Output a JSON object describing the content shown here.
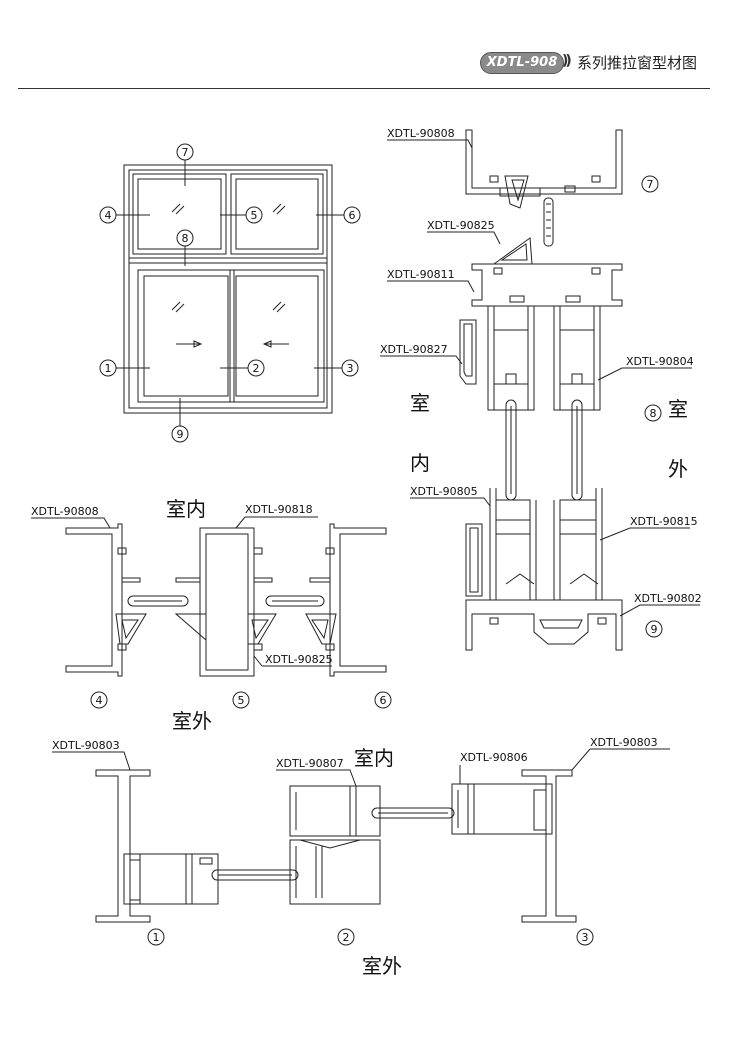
{
  "header": {
    "series_code": "XDTL-908",
    "arrows": "))",
    "title": "系列推拉窗型材图"
  },
  "window": {
    "markers": [
      "1",
      "2",
      "3",
      "4",
      "5",
      "6",
      "7",
      "8",
      "9"
    ]
  },
  "right_section": {
    "labels": [
      "XDTL-90808",
      "XDTL-90825",
      "XDTL-90811",
      "XDTL-90827",
      "XDTL-90804",
      "XDTL-90805",
      "XDTL-90815",
      "XDTL-90802"
    ],
    "markers": [
      "7",
      "8",
      "9"
    ],
    "indoor_chars": [
      "室",
      "内"
    ],
    "outdoor_chars": [
      "室",
      "外"
    ]
  },
  "middle_section": {
    "labels": [
      "XDTL-90808",
      "XDTL-90818",
      "XDTL-90825"
    ],
    "indoor": "室内",
    "outdoor": "室外",
    "markers": [
      "4",
      "5",
      "6"
    ]
  },
  "bottom_section": {
    "labels": [
      "XDTL-90803",
      "XDTL-90807",
      "XDTL-90806",
      "XDTL-90803"
    ],
    "indoor": "室内",
    "outdoor": "室外",
    "markers": [
      "1",
      "2",
      "3"
    ]
  }
}
